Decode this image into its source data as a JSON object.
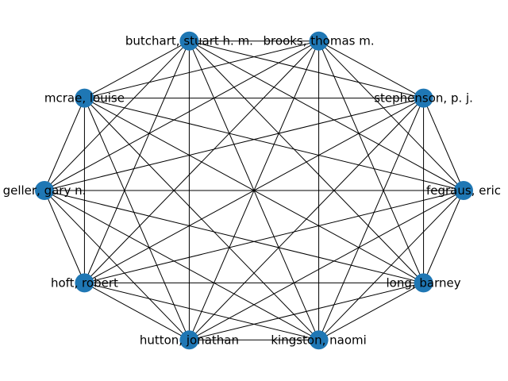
{
  "graph": {
    "type": "complete",
    "node_color": "#1f77b4",
    "edge_color": "#000000",
    "nodes": [
      {
        "id": "n0",
        "label": "fegraus, eric"
      },
      {
        "id": "n1",
        "label": "stephenson, p. j."
      },
      {
        "id": "n2",
        "label": "brooks, thomas m."
      },
      {
        "id": "n3",
        "label": "butchart, stuart h. m."
      },
      {
        "id": "n4",
        "label": "mcrae, louise"
      },
      {
        "id": "n5",
        "label": "geller, gary n."
      },
      {
        "id": "n6",
        "label": "hoft, robert"
      },
      {
        "id": "n7",
        "label": "hutton, jonathan"
      },
      {
        "id": "n8",
        "label": "kingston, naomi"
      },
      {
        "id": "n9",
        "label": "long, barney"
      }
    ]
  }
}
